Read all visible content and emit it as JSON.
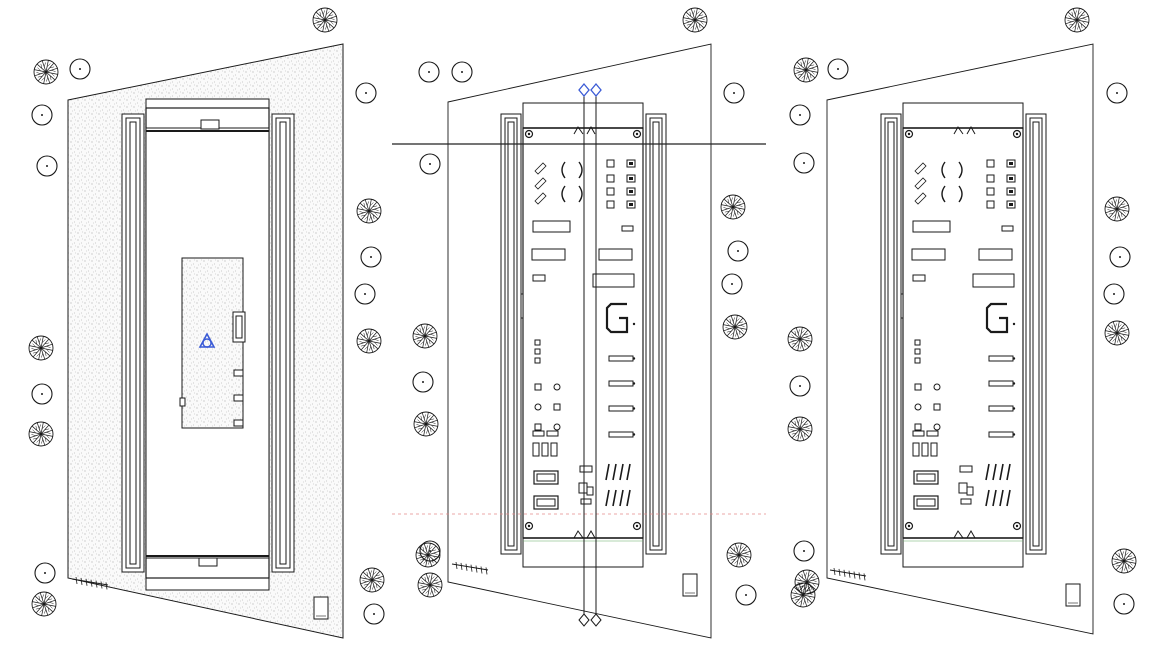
{
  "drawing": {
    "views": [
      {
        "id": "site-floor-view",
        "variant": "floor"
      },
      {
        "id": "section-plan-view",
        "variant": "sectioned"
      },
      {
        "id": "detail-plan-view",
        "variant": "detail"
      }
    ],
    "colors": {
      "line": "#1a1a1a",
      "hatch": "#9a9a9a",
      "marker_blue": "#3b5bd6",
      "section_line": "#222222",
      "ref_line_red": "#e58a8a",
      "site_fill": "#f4f4f4"
    },
    "icons": [
      "tree-icon",
      "shrub-icon",
      "north-arrow-icon",
      "scale-bar-icon",
      "elevation-marker-icon",
      "view-marker-icon"
    ]
  }
}
